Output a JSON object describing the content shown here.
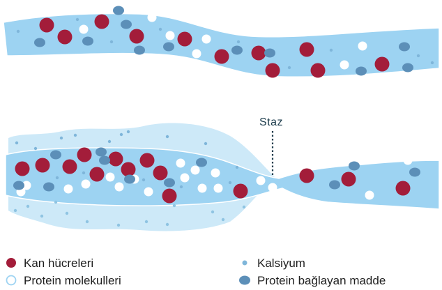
{
  "diagram": {
    "stasis_label": "Staz",
    "colors": {
      "vessel": "#9dd3f2",
      "vessel_outline": "#ffffff",
      "tissue": "#cde9f8",
      "red_cell": "#a31d3a",
      "protein": "#ffffff",
      "protein_stroke": "#9dd3f2",
      "calcium": "#7fb6da",
      "binding": "#5c8fb8",
      "label_line": "#1a3a4a"
    }
  },
  "legend": [
    {
      "key": "red_cell",
      "label": "Kan hücreleri"
    },
    {
      "key": "protein",
      "label": "Protein molekulleri"
    },
    {
      "key": "calcium",
      "label": "Kalsiyum"
    },
    {
      "key": "binding",
      "label": "Protein bağlayan madde"
    }
  ]
}
